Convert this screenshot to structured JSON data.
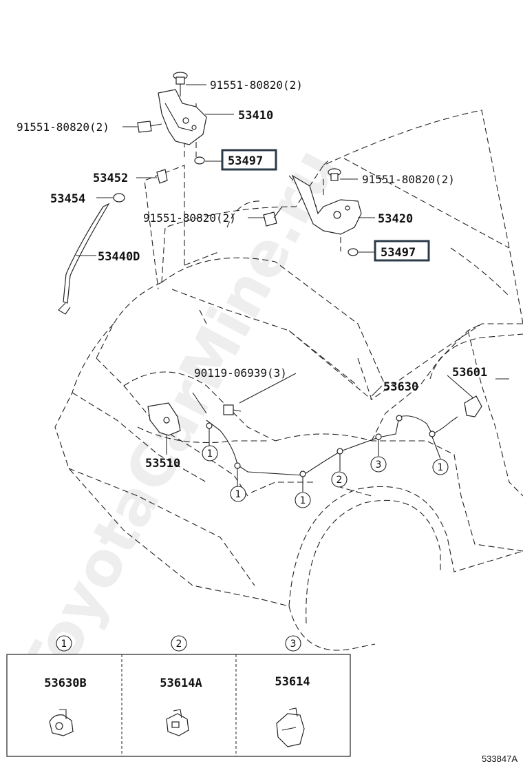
{
  "watermark": "ToyotaCarMine.ru",
  "labels": {
    "bolt_top": "91551-80820(2)",
    "bolt_left": "91551-80820(2)",
    "hinge_left": "53410",
    "washer_left": "53497",
    "cushion": "53452",
    "clip": "53454",
    "bolt_middle": "91551-80820(2)",
    "support_rod": "53440D",
    "bolt_right": "91551-80820(2)",
    "hinge_right": "53420",
    "washer_right": "53497",
    "screw": "90119-06939(3)",
    "cable": "53630",
    "release_lever": "53601",
    "lock": "53510"
  },
  "callout_markers": [
    "1",
    "2",
    "3"
  ],
  "legend": {
    "cells": [
      {
        "marker": "1",
        "part": "53630B"
      },
      {
        "marker": "2",
        "part": "53614A"
      },
      {
        "marker": "3",
        "part": "53614"
      }
    ]
  },
  "figure_ref": "533847A",
  "colors": {
    "line": "#222222",
    "highlight_box": "#2b3a48",
    "background": "#ffffff"
  }
}
